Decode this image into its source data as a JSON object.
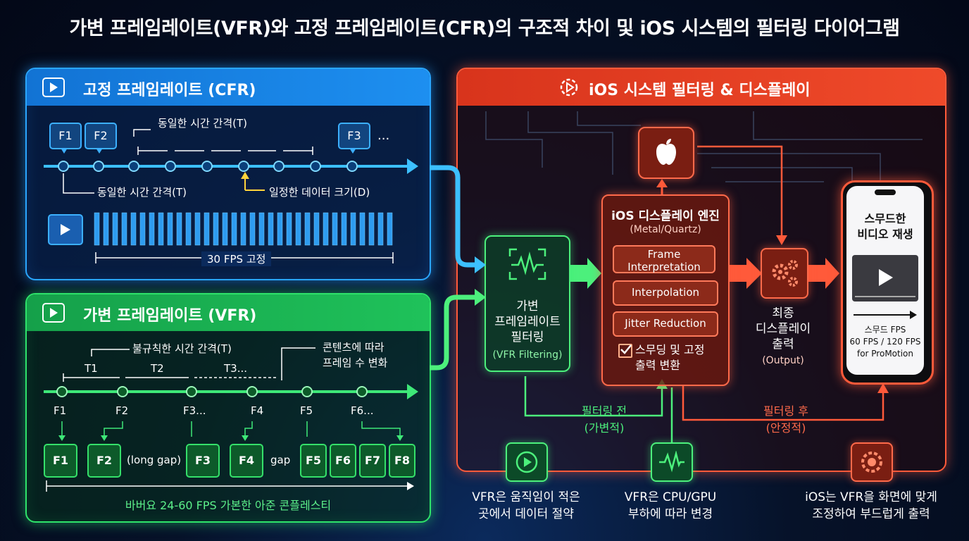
{
  "title": "가변 프레임레이트(VFR)와 고정 프레임레이트(CFR)의 구조적 차이 및 iOS 시스템의 필터링 다이어그램",
  "cfr": {
    "header": "고정 프레임레이트 (CFR)",
    "frames_top": [
      "F1",
      "F2",
      "F3",
      "..."
    ],
    "interval_top": "동일한 시간 간격(T)",
    "interval_bottom": "동일한 시간 간격(T)",
    "data_size": "일정한 데이터 크기(D)",
    "fps_label": "30 FPS 고정"
  },
  "vfr": {
    "header": "가변 프레임레이트 (VFR)",
    "irregular": "불규칙한 시간 간격(T)",
    "content_change": "콘텐츠에 따라\n프레임 수 변화",
    "intervals": [
      "T1",
      "T2",
      "T3..."
    ],
    "frame_labels": [
      "F1",
      "F2",
      "F3...",
      "F4",
      "F5",
      "F6..."
    ],
    "boxes": [
      "F1",
      "F2",
      "(long gap)",
      "F3",
      "F4",
      "gap",
      "F5",
      "F6",
      "F7",
      "F8"
    ],
    "range_label": "바버요 24-60 FPS 가본한 아준 콘플레스티"
  },
  "ios": {
    "header": "iOS 시스템 필터링 & 디스플레이",
    "filter_box": "가변\n프레임레이트\n필터링",
    "filter_sub": "(VFR Filtering)",
    "engine_title": "iOS 디스플레이 엔진",
    "engine_sub": "(Metal/Quartz)",
    "engine_steps": [
      "Frame\nInterpretation",
      "Interpolation",
      "Jitter Reduction"
    ],
    "engine_check": "스무딩 및 고정\n출력 변환",
    "final_title": "최종\n디스플레이\n출력",
    "final_sub": "(Output)",
    "phone_title": "스무드한\n비디오 재생",
    "phone_fps": "스무드 FPS\n60 FPS / 120 FPS\nfor ProMotion",
    "before": "필터링 전\n(가변적)",
    "after": "필터링 후\n(안정적)"
  },
  "bottom": {
    "note1": "VFR은 움직임이 적은\n곳에서 데이터 절약",
    "note2": "VFR은 CPU/GPU\n부하에 따라 변경",
    "note3": "iOS는 VFR을 화면에 맞게\n조정하여 부드럽게 출력"
  },
  "colors": {
    "cfr": "#2aa6ff",
    "vfr": "#2ee36a",
    "ios": "#ff5a3a"
  },
  "icons": [
    "play-icon",
    "gear-icon",
    "apple-icon",
    "waveform-icon",
    "check-icon",
    "gears-icon",
    "phone-icon"
  ]
}
